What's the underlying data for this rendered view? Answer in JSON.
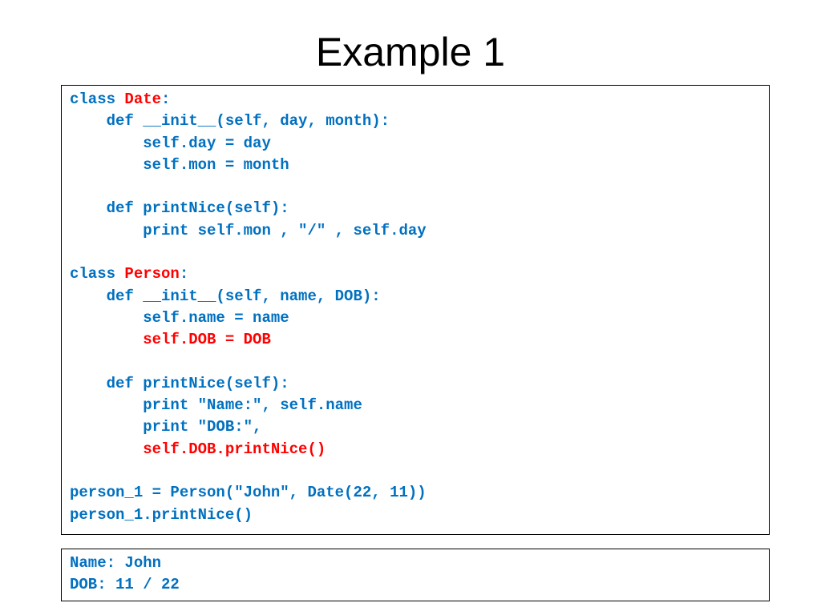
{
  "slide": {
    "title": "Example 1",
    "colors": {
      "code": "#0070c0",
      "highlight": "#ff0000"
    }
  },
  "code": {
    "lines": [
      [
        {
          "t": "class "
        },
        {
          "t": "Date",
          "hl": true
        },
        {
          "t": ":"
        }
      ],
      [
        {
          "t": "    def __init__(self, day, month):"
        }
      ],
      [
        {
          "t": "        self.day = day"
        }
      ],
      [
        {
          "t": "        self.mon = month"
        }
      ],
      [
        {
          "t": ""
        }
      ],
      [
        {
          "t": "    def printNice(self):"
        }
      ],
      [
        {
          "t": "        print self.mon , \"/\" , self.day"
        }
      ],
      [
        {
          "t": ""
        }
      ],
      [
        {
          "t": "class "
        },
        {
          "t": "Person",
          "hl": true
        },
        {
          "t": ":"
        }
      ],
      [
        {
          "t": "    def __init__(self, name, DOB):"
        }
      ],
      [
        {
          "t": "        self.name = name"
        }
      ],
      [
        {
          "t": "        "
        },
        {
          "t": "self.DOB = DOB",
          "hl": true
        }
      ],
      [
        {
          "t": ""
        }
      ],
      [
        {
          "t": "    def printNice(self):"
        }
      ],
      [
        {
          "t": "        print \"Name:\", self.name"
        }
      ],
      [
        {
          "t": "        print \"DOB:\","
        }
      ],
      [
        {
          "t": "        "
        },
        {
          "t": "self.DOB.printNice()",
          "hl": true
        }
      ],
      [
        {
          "t": ""
        }
      ],
      [
        {
          "t": "person_1 = Person(\"John\", Date(22, 11))"
        }
      ],
      [
        {
          "t": "person_1.printNice()"
        }
      ]
    ]
  },
  "output": {
    "lines": [
      [
        {
          "t": "Name: John"
        }
      ],
      [
        {
          "t": "DOB: 11 / 22"
        }
      ]
    ]
  }
}
